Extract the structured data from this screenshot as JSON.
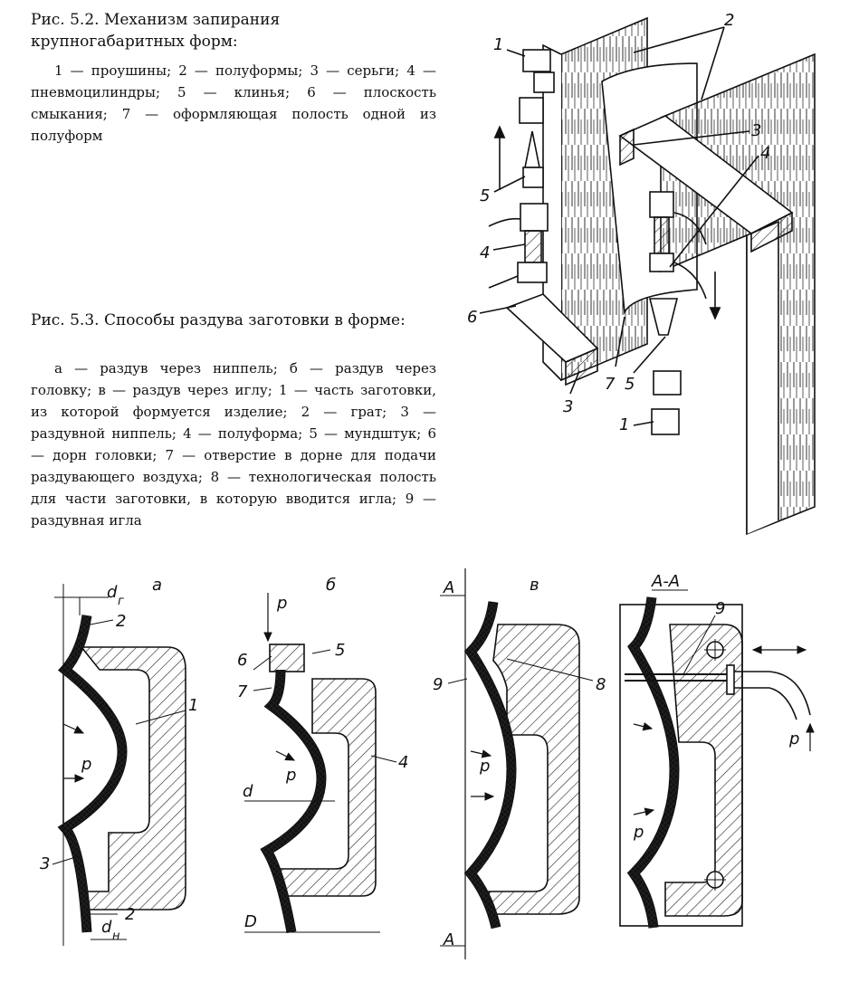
{
  "fig52": {
    "title": "Рис. 5.2. Механизм запирания крупногабаритных форм:",
    "legend": "1 — проушины; 2 — полуформы; 3 — серьги; 4 — пневмоцилиндры; 5 — клинья; 6 — плоскость смыкания; 7 — оформляющая полость одной из полуформ",
    "labels": [
      "1",
      "2",
      "3",
      "4",
      "5",
      "4",
      "6",
      "7",
      "5",
      "3",
      "1"
    ]
  },
  "fig53": {
    "title": "Рис. 5.3. Способы раздува заготовки в форме:",
    "legend": "а — раздув через ниппель; б — раздув через головку; в — раздув через иглу; 1 — часть заготовки, из которой формуется изделие; 2 — грат; 3 — раздувной ниппель; 4 — полуформа; 5 — мундштук; 6 — дорн головки; 7 — отверстие в дорне для подачи раздувающего воздуха; 8 — технологическая полость для части заготовки, в которую вводится игла; 9 — раздувная игла",
    "panels": {
      "a": {
        "letter": "а",
        "labels": [
          "d",
          "г",
          "2",
          "1",
          "p",
          "3",
          "2",
          "d",
          "н"
        ]
      },
      "b": {
        "letter": "б",
        "labels": [
          "p",
          "6",
          "5",
          "7",
          "p",
          "4",
          "d",
          "D"
        ]
      },
      "v": {
        "letter": "в",
        "labels": [
          "A",
          "9",
          "8",
          "p",
          "A"
        ]
      },
      "aa": {
        "letter": "А-А",
        "labels": [
          "9",
          "p",
          "p"
        ]
      }
    }
  }
}
